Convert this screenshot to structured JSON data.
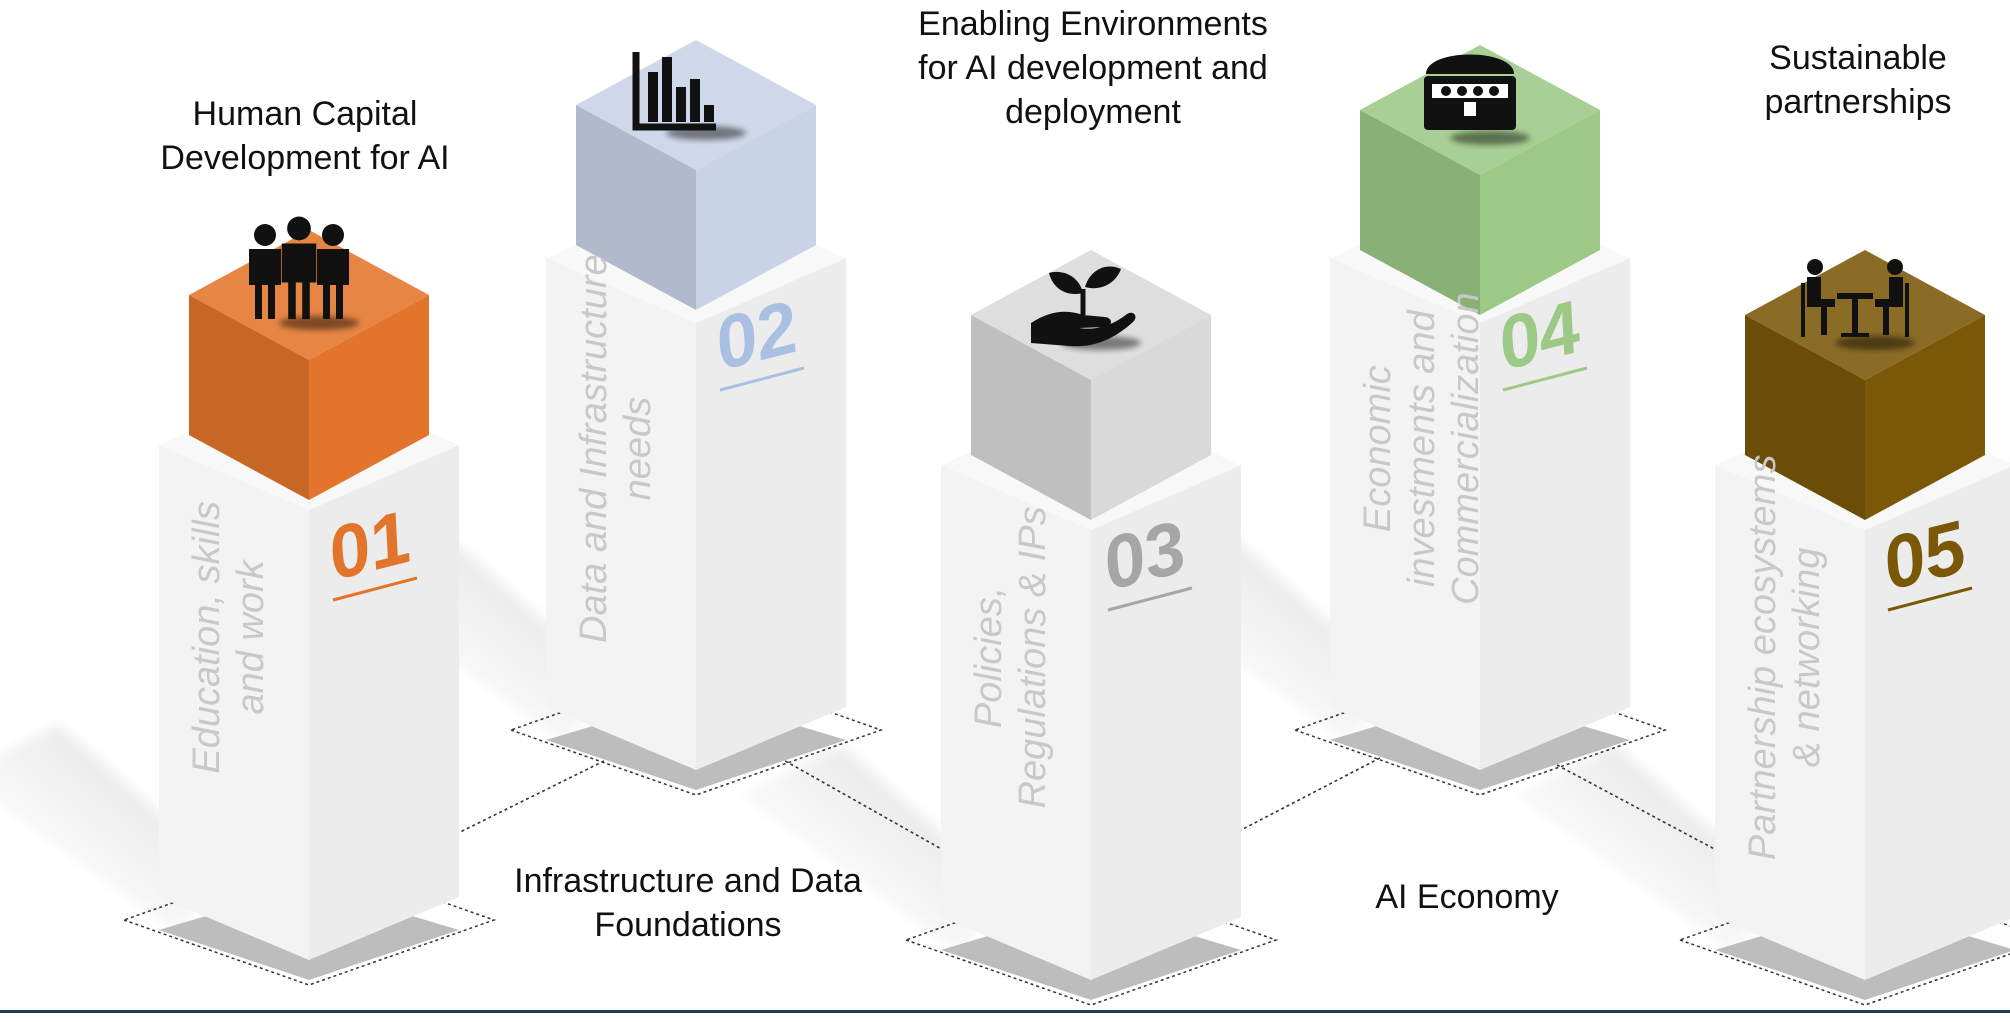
{
  "pillars": [
    {
      "number": "01",
      "title_lines": [
        "Human Capital",
        "Development for AI"
      ],
      "side_lines": [
        "Education, skills",
        "and work"
      ],
      "color": "#e3742b",
      "icon": "people-group-icon"
    },
    {
      "number": "02",
      "title_lines": [],
      "side_lines": [
        "Data and Infrastructure",
        "needs"
      ],
      "color": "#c9d3e6",
      "icon": "bar-chart-icon"
    },
    {
      "number": "03",
      "title_lines": [
        "Enabling Environments",
        "for AI development and",
        "deployment"
      ],
      "side_lines": [
        "Policies,",
        "Regulations & IPs"
      ],
      "color": "#d9d9d9",
      "icon": "hand-plant-icon"
    },
    {
      "number": "04",
      "title_lines": [],
      "side_lines": [
        "Economic",
        "investments and",
        "Commercialization"
      ],
      "color": "#9cc986",
      "icon": "treasure-chest-icon"
    },
    {
      "number": "05",
      "title_lines": [
        "Sustainable",
        "partnerships"
      ],
      "side_lines": [
        "Partnership ecosystems",
        "& networking"
      ],
      "color": "#7a5808",
      "icon": "meeting-table-icon"
    }
  ],
  "groups": [
    {
      "label_lines": [
        "Infrastructure and Data",
        "Foundations"
      ]
    },
    {
      "label_lines": [
        "AI Economy"
      ]
    }
  ],
  "colors": {
    "number_01": "#e3742b",
    "number_02": "#a9c0e2",
    "number_03": "#a6a6a6",
    "number_04": "#9cc986",
    "number_05": "#7a5808",
    "side_text": "#c8c8c8",
    "pillar_front": "#f5f5f5",
    "pillar_side": "#ebebeb",
    "footer_line": "#1f3b57"
  }
}
